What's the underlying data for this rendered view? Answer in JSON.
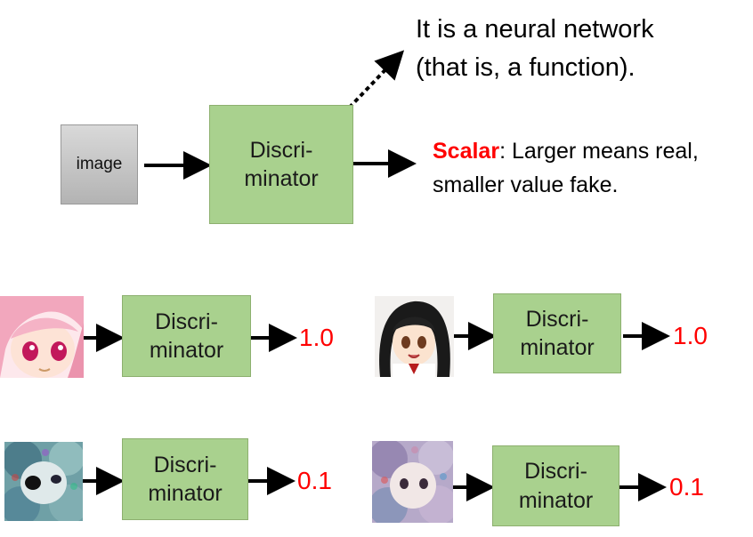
{
  "top": {
    "input_label": "image",
    "box_label": "Discri-\nminator",
    "note": "It is a neural network\n(that is, a function).",
    "scalar_keyword": "Scalar",
    "scalar_text": ": Larger means real,\nsmaller value fake."
  },
  "examples": [
    {
      "box_label": "Discri-\nminator",
      "output": "1.0",
      "image": "anime-girl-pink-hair-icon"
    },
    {
      "box_label": "Discri-\nminator",
      "output": "1.0",
      "image": "anime-girl-black-hair-icon"
    },
    {
      "box_label": "Discri-\nminator",
      "output": "0.1",
      "image": "noisy-generated-image-icon"
    },
    {
      "box_label": "Discri-\nminator",
      "output": "0.1",
      "image": "noisy-generated-image-icon"
    }
  ],
  "colors": {
    "box_fill": "#a9d18e",
    "output": "#ff0000",
    "keyword": "#ff0000"
  }
}
